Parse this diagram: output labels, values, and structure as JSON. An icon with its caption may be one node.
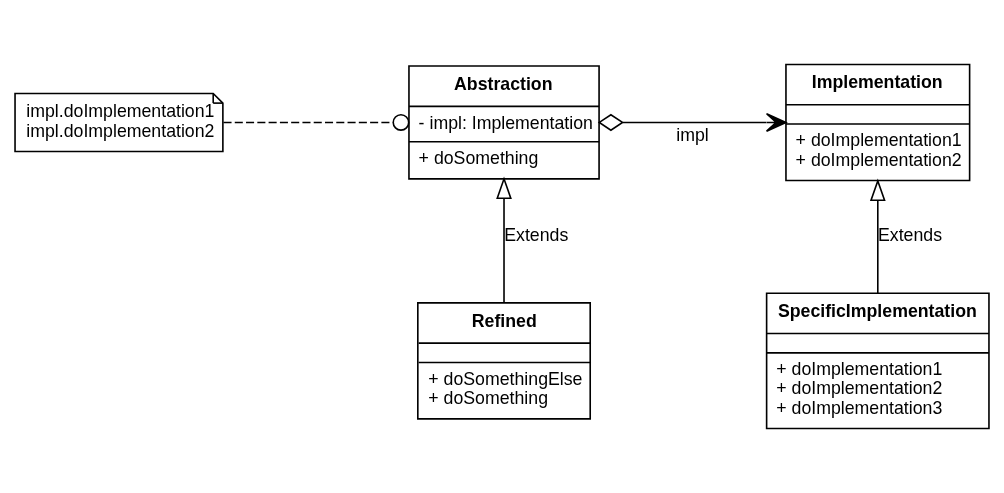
{
  "diagram": {
    "nodes": [
      {
        "text": [
          "impl.doImplementation1",
          "impl.doImplementation2"
        ]
      },
      {
        "text": [
          "Abstraction",
          "- impl: Implementation",
          "+ doSomething"
        ]
      },
      {
        "text": [
          "Implementation",
          "+ doImplementation1",
          "+ doImplementation2"
        ]
      },
      {
        "text": [
          "Refined",
          "+ doSomethingElse",
          "+ doSomething"
        ]
      },
      {
        "text": [
          "SpecificImplementation",
          "+ doImplementation1",
          "+ doImplementation2",
          "+ doImplementation3"
        ]
      }
    ],
    "edges": [
      {
        "from": 0,
        "to": 1,
        "arrow": "other",
        "style": "dashed"
      },
      {
        "from": 1,
        "to": 2,
        "arrow": "to",
        "label": "impl"
      },
      {
        "from": 3,
        "to": 1,
        "arrow": "to",
        "label": "Extends"
      },
      {
        "from": 4,
        "to": 2,
        "arrow": "to",
        "label": "Extends"
      }
    ]
  }
}
